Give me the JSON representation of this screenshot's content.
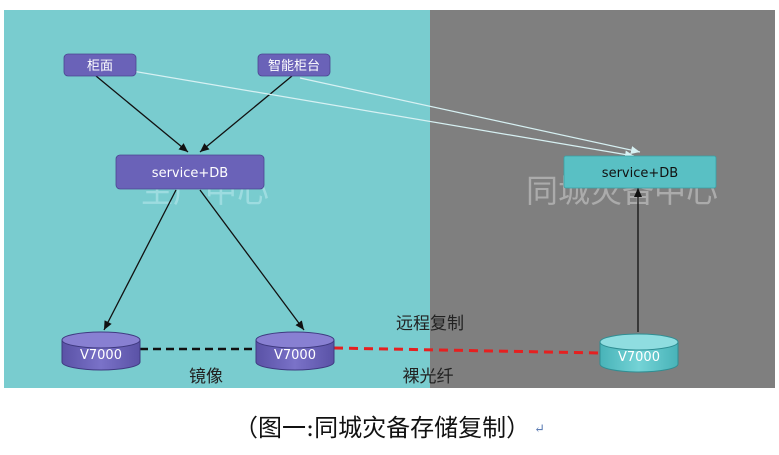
{
  "regions": {
    "production": {
      "label": "生产中心",
      "color": "#79cccf"
    },
    "dr": {
      "label": "同城灾备中心",
      "color": "#7f7f7f"
    }
  },
  "nodes": {
    "counter": "柜面",
    "smart_counter": "智能柜台",
    "service_db_main": "service+DB",
    "service_db_dr": "service+DB",
    "storage_1": "V7000",
    "storage_2": "V7000",
    "storage_3": "V7000"
  },
  "links": {
    "mirror": "镜像",
    "remote_copy": "远程复制",
    "dark_fiber": "裸光纤"
  },
  "caption": "（图一:同城灾备存储复制）",
  "caption_mark": "↵",
  "colors": {
    "node_purple": "#6a62b8",
    "node_teal": "#59c0c4",
    "mirror_line": "#111111",
    "remote_line": "#e52020",
    "faint_arrow": "#bfe6ea"
  }
}
